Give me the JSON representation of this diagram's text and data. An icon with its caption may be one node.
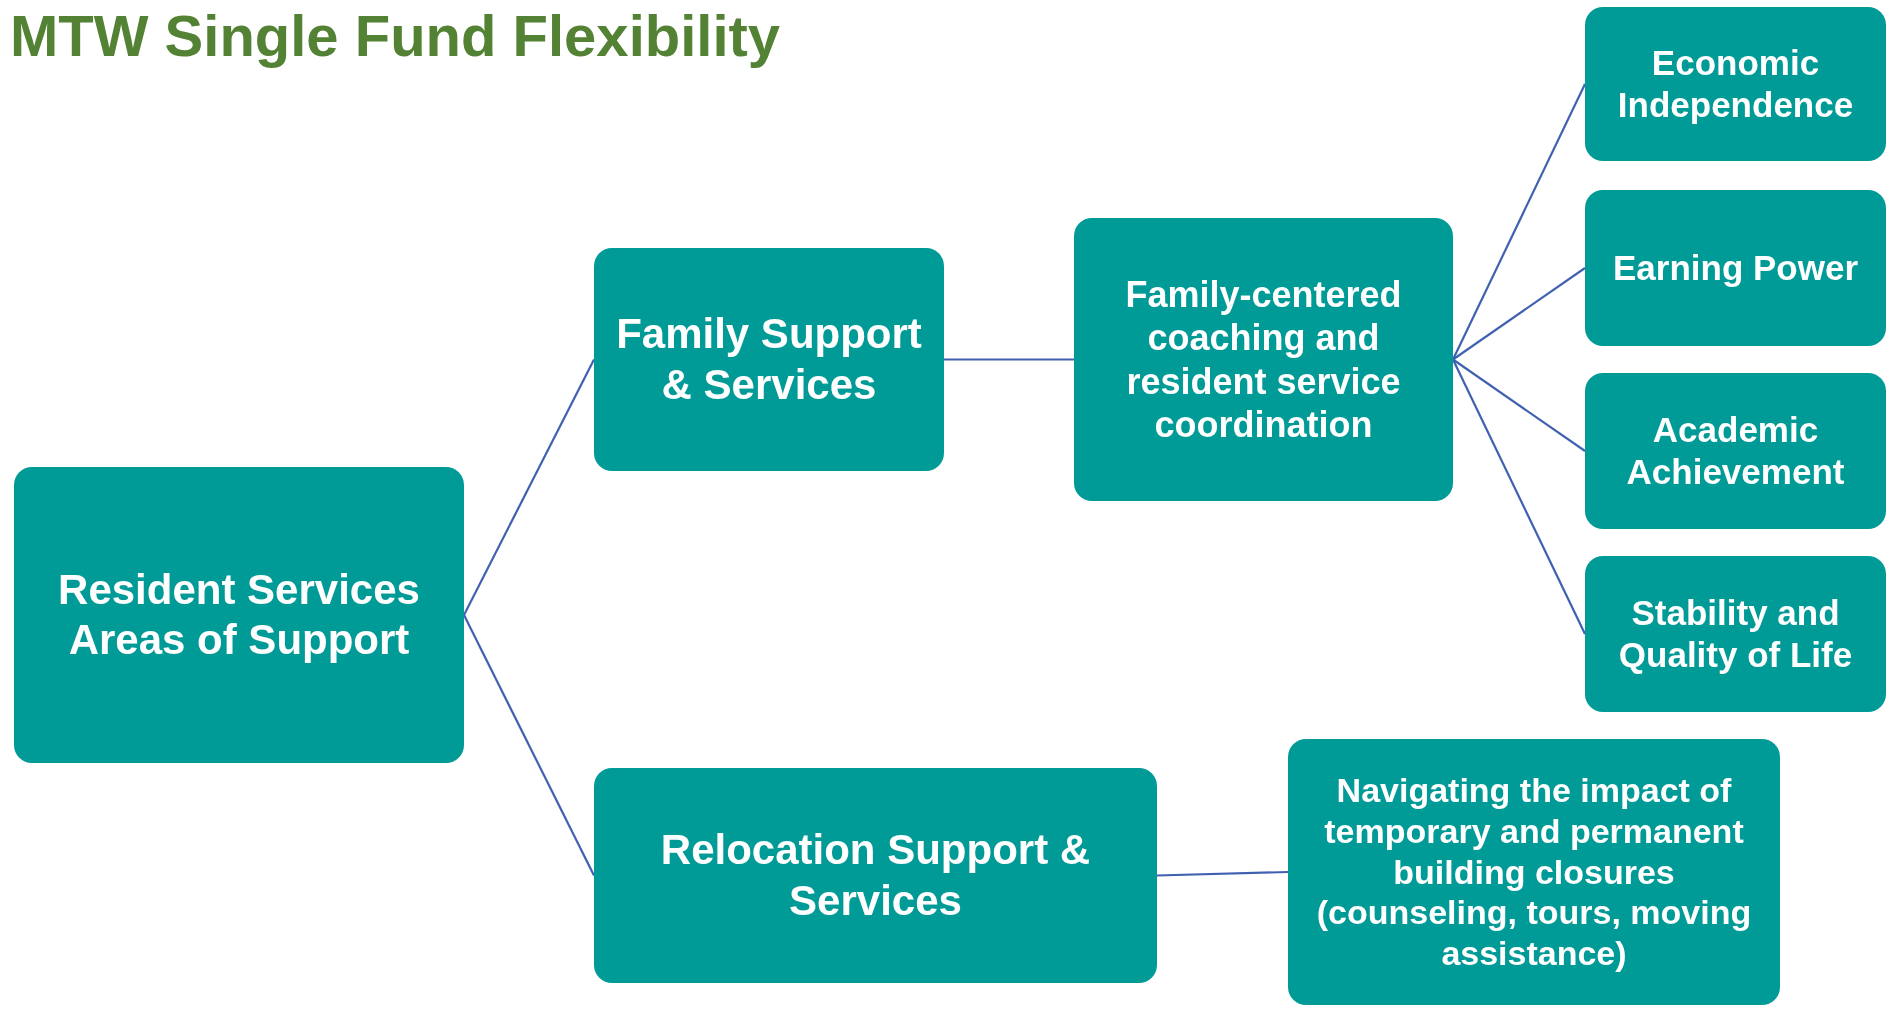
{
  "diagram": {
    "title": "MTW Single Fund Flexibility",
    "nodes": [
      {
        "text": [
          "Resident Services Areas of Support"
        ]
      },
      {
        "text": [
          "Family Support & Services"
        ]
      },
      {
        "text": [
          "Family-centered coaching and resident service coordination"
        ]
      },
      {
        "text": [
          "Economic Independence"
        ]
      },
      {
        "text": [
          "Earning Power"
        ]
      },
      {
        "text": [
          "Academic Achievement"
        ]
      },
      {
        "text": [
          "Stability and Quality of Life"
        ]
      },
      {
        "text": [
          "Relocation Support & Services"
        ]
      },
      {
        "text": [
          "Navigating the impact of temporary and permanent building closures (counseling, tours, moving assistance)"
        ]
      }
    ],
    "edges": [
      {
        "from": 0,
        "to": 1,
        "arrow": "none"
      },
      {
        "from": 0,
        "to": 7,
        "arrow": "none"
      },
      {
        "from": 1,
        "to": 2,
        "arrow": "none"
      },
      {
        "from": 2,
        "to": 3,
        "arrow": "none"
      },
      {
        "from": 2,
        "to": 4,
        "arrow": "none"
      },
      {
        "from": 2,
        "to": 5,
        "arrow": "none"
      },
      {
        "from": 2,
        "to": 6,
        "arrow": "none"
      },
      {
        "from": 7,
        "to": 8,
        "arrow": "none"
      }
    ]
  }
}
